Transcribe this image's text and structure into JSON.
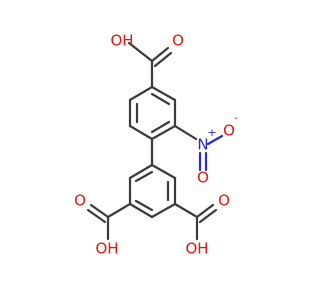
{
  "colors": {
    "bond": "#3a3a3a",
    "oxygen": "#e8140c",
    "nitrogen": "#2a2ad6",
    "background": "#ffffff"
  },
  "labels": {
    "oh_top": "OH",
    "o_top": "O",
    "n_nitro": "N",
    "n_plus": "+",
    "o_nitro_right": "O",
    "o_nitro_minus": "-",
    "o_nitro_bottom": "O",
    "o_left_acid": "O",
    "oh_left_acid": "OH",
    "o_right_acid": "O",
    "oh_right_acid": "OH"
  }
}
